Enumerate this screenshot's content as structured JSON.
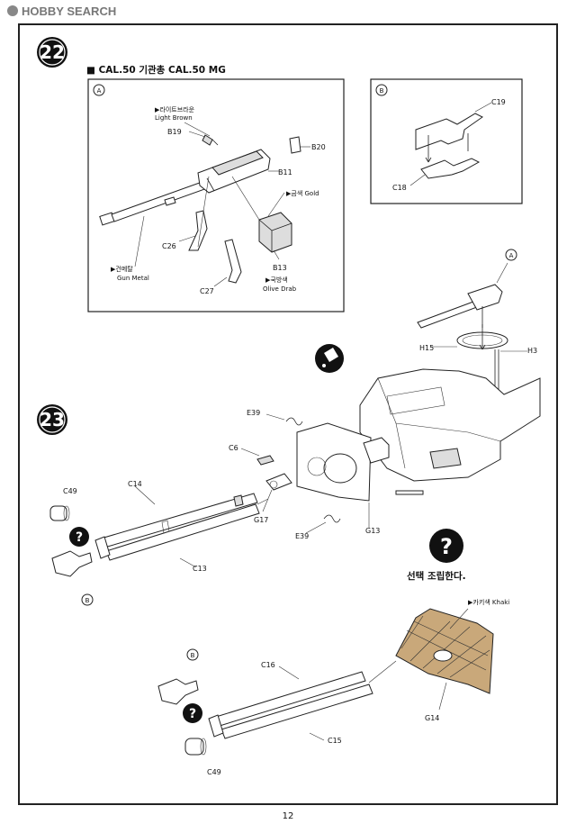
{
  "watermark": {
    "brand": "HOBBY SEARCH"
  },
  "page_number": "12",
  "step22": {
    "number": "22",
    "title": "■ CAL.50 기관총 CAL.50 MG",
    "panel_a": {
      "tag": "A",
      "labels": {
        "light_brown_ko": "▶라이트브라운",
        "light_brown_en": "Light Brown",
        "b19": "B19",
        "b20": "B20",
        "b11": "B11",
        "gold": "▶금색 Gold",
        "c26": "C26",
        "c27": "C27",
        "b13": "B13",
        "olive_ko": "▶국방색",
        "olive_en": "Olive Drab",
        "gunmetal_ko": "▶건메탈",
        "gunmetal_en": "Gun Metal"
      }
    },
    "panel_b": {
      "tag": "B",
      "labels": {
        "c19": "C19",
        "c18": "C18"
      }
    }
  },
  "step23": {
    "number": "23",
    "labels": {
      "a_tag": "A",
      "h15": "H15",
      "h3": "H3",
      "e39_top": "E39",
      "c6": "C6",
      "c49_top": "C49",
      "c14": "C14",
      "g17": "G17",
      "e39_bottom": "E39",
      "g13": "G13",
      "c13": "C13",
      "b_tag_top": "B",
      "optional_text": "선택 조립한다.",
      "khaki": "▶카키색 Khaki",
      "b_tag_bottom": "B",
      "c16": "C16",
      "g14": "G14",
      "c15": "C15",
      "c49_bottom": "C49"
    }
  }
}
